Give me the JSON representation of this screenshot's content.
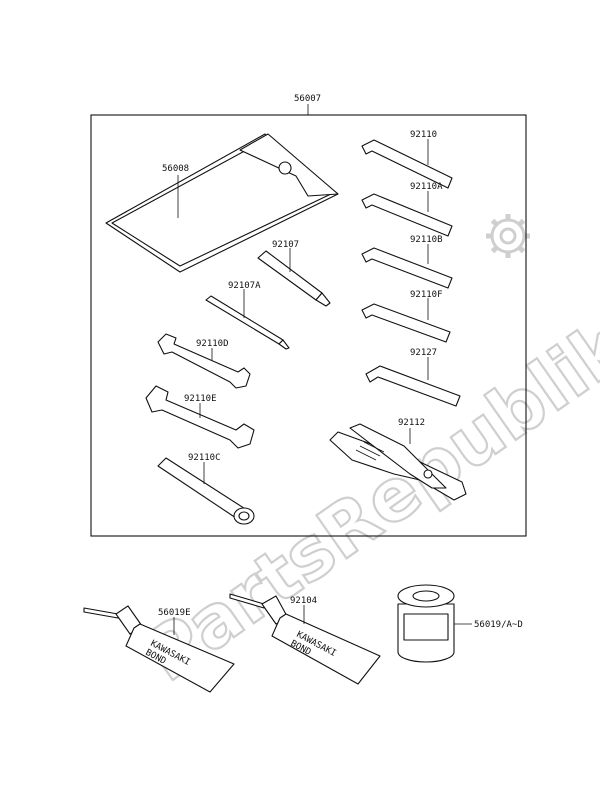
{
  "watermark": "PartsRepublik",
  "icons": {
    "watermark_logo": "gear-icon"
  },
  "kit": {
    "label": "56007"
  },
  "parts": {
    "bag": "56008",
    "hex_1": "92110",
    "hex_2": "92110A",
    "hex_3": "92110B",
    "hex_4": "92110F",
    "hex_5": "92127",
    "screwdriver_grip": "92107",
    "screwdriver_shaft": "92107A",
    "wrench_1": "92110D",
    "wrench_2": "92110E",
    "socket_wrench": "92110C",
    "pliers": "92112",
    "tube_1": "56019E",
    "tube_2": "92104",
    "can": "56019/A~D"
  },
  "tube_text": {
    "line1": "KAWASAKI",
    "line2": "BOND"
  }
}
